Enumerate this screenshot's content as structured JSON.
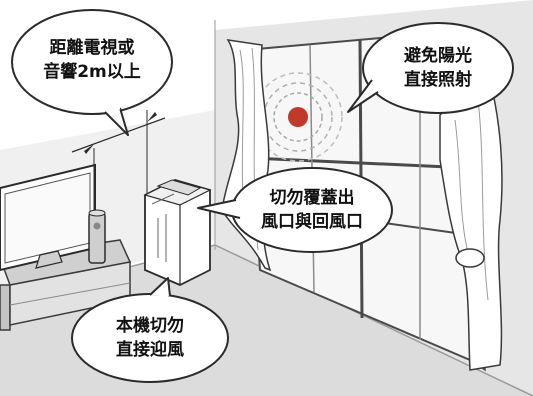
{
  "bubbles": {
    "distance": {
      "line1": "距離電視或",
      "line2": "音響2m以上"
    },
    "sunlight": {
      "line1": "避免陽光",
      "line2": "直接照射"
    },
    "vents": {
      "line1": "切勿覆蓋出",
      "line2": "風口與回風口"
    },
    "airflow": {
      "line1": "本機切勿",
      "line2": "直接迎風"
    }
  },
  "colors": {
    "wall": "#e9e9e9",
    "floor": "#d9d9d9",
    "outline": "#2b2b2b",
    "sun": "#c0392b",
    "window_glass": "#f2f2f2"
  }
}
